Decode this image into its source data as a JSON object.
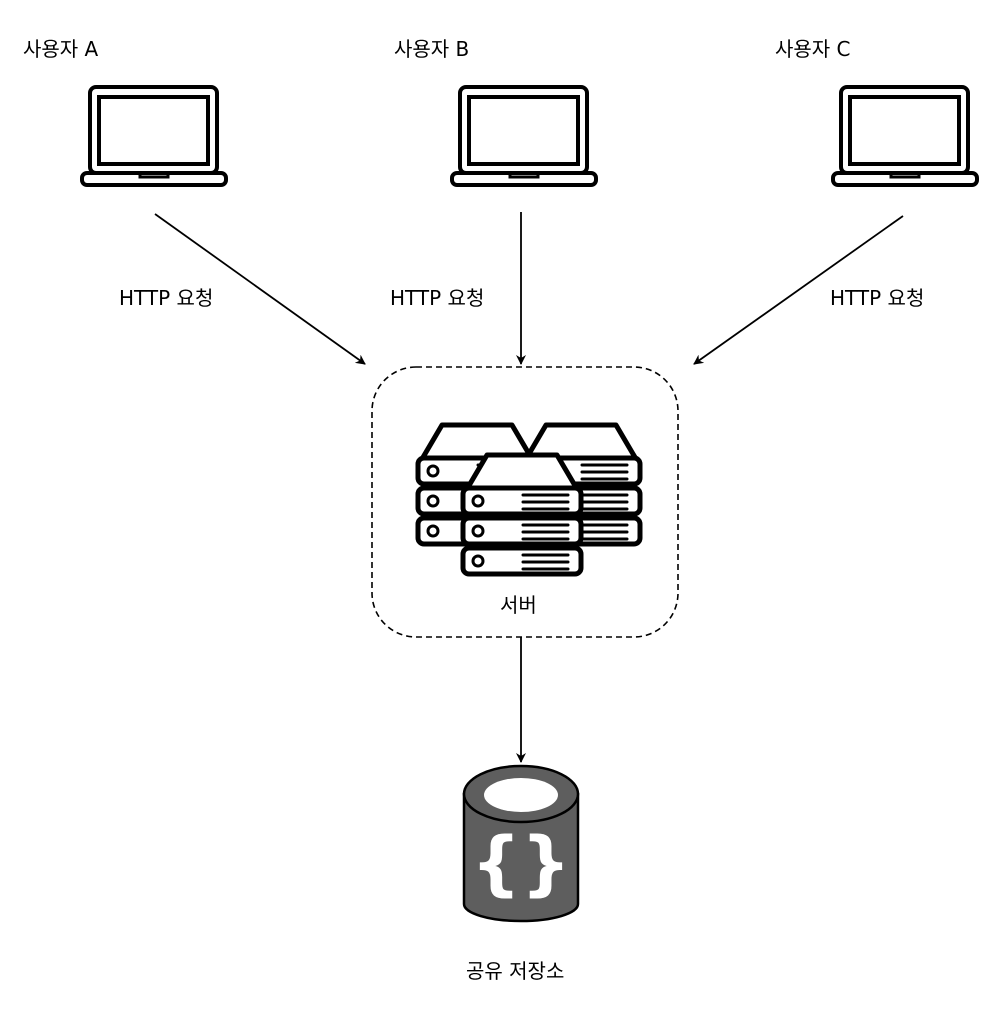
{
  "users": [
    {
      "label": "사용자 A",
      "icon": "laptop-icon"
    },
    {
      "label": "사용자 B",
      "icon": "laptop-icon"
    },
    {
      "label": "사용자 C",
      "icon": "laptop-icon"
    }
  ],
  "edges": [
    {
      "label": "HTTP 요청"
    },
    {
      "label": "HTTP 요청"
    },
    {
      "label": "HTTP 요청"
    }
  ],
  "server": {
    "label": "서버",
    "icon": "server-rack-icon"
  },
  "storage": {
    "label": "공유 저장소",
    "icon": "json-database-icon"
  }
}
